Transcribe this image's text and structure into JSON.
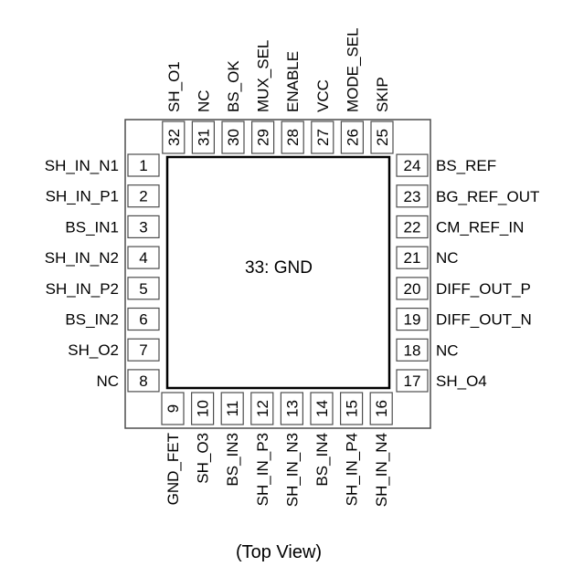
{
  "center_pad": {
    "number": "33",
    "name": "GND",
    "label": "33: GND"
  },
  "caption": "(Top View)",
  "pins": {
    "left": [
      {
        "number": "1",
        "name": "SH_IN_N1"
      },
      {
        "number": "2",
        "name": "SH_IN_P1"
      },
      {
        "number": "3",
        "name": "BS_IN1"
      },
      {
        "number": "4",
        "name": "SH_IN_N2"
      },
      {
        "number": "5",
        "name": "SH_IN_P2"
      },
      {
        "number": "6",
        "name": "BS_IN2"
      },
      {
        "number": "7",
        "name": "SH_O2"
      },
      {
        "number": "8",
        "name": "NC"
      }
    ],
    "bottom": [
      {
        "number": "9",
        "name": "GND_FET"
      },
      {
        "number": "10",
        "name": "SH_O3"
      },
      {
        "number": "11",
        "name": "BS_IN3"
      },
      {
        "number": "12",
        "name": "SH_IN_P3"
      },
      {
        "number": "13",
        "name": "SH_IN_N3"
      },
      {
        "number": "14",
        "name": "BS_IN4"
      },
      {
        "number": "15",
        "name": "SH_IN_P4"
      },
      {
        "number": "16",
        "name": "SH_IN_N4"
      }
    ],
    "right": [
      {
        "number": "17",
        "name": "SH_O4"
      },
      {
        "number": "18",
        "name": "NC"
      },
      {
        "number": "19",
        "name": "DIFF_OUT_N"
      },
      {
        "number": "20",
        "name": "DIFF_OUT_P"
      },
      {
        "number": "21",
        "name": "NC"
      },
      {
        "number": "22",
        "name": "CM_REF_IN"
      },
      {
        "number": "23",
        "name": "BG_REF_OUT"
      },
      {
        "number": "24",
        "name": "BS_REF"
      }
    ],
    "top": [
      {
        "number": "25",
        "name": "SKIP"
      },
      {
        "number": "26",
        "name": "MODE_SEL"
      },
      {
        "number": "27",
        "name": "VCC"
      },
      {
        "number": "28",
        "name": "ENABLE"
      },
      {
        "number": "29",
        "name": "MUX_SEL"
      },
      {
        "number": "30",
        "name": "BS_OK"
      },
      {
        "number": "31",
        "name": "NC"
      },
      {
        "number": "32",
        "name": "SH_O1"
      }
    ]
  }
}
